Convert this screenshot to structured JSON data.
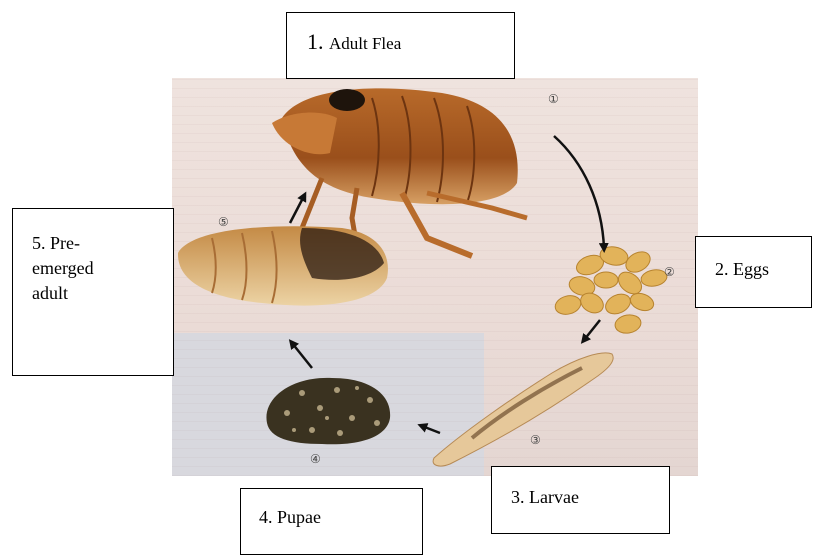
{
  "labels": {
    "adult_num": "1.",
    "adult": "Adult Flea",
    "eggs": "2. Eggs",
    "larvae": "3. Larvae",
    "pupae": "4. Pupae",
    "pre_emerged_line1": "5. Pre-",
    "pre_emerged_line2": "emerged",
    "pre_emerged_line3": "adult"
  },
  "stage_numbers": [
    "①",
    "②",
    "③",
    "④",
    "⑤"
  ]
}
